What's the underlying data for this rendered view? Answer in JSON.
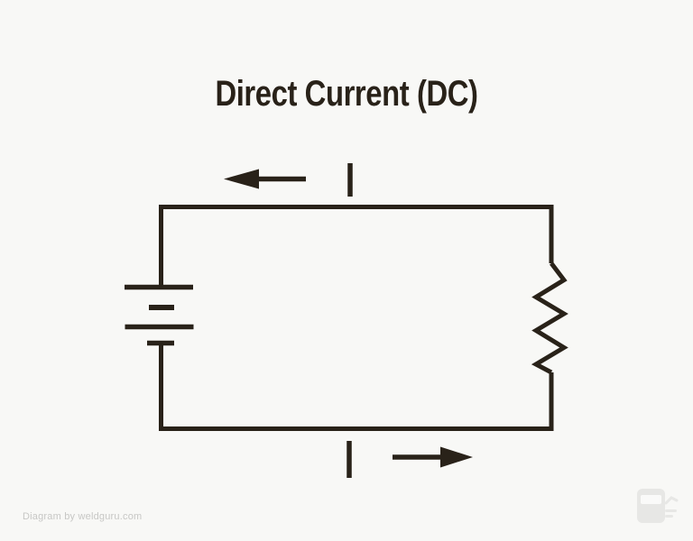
{
  "title": "Direct Current (DC)",
  "credit": "Diagram by weldguru.com",
  "colors": {
    "background": "#f8f8f6",
    "ink": "#292219",
    "watermark": "#c7c7c5",
    "logo": "#e7e7e5",
    "logo-visor": "#fafaf9"
  },
  "diagram": {
    "type": "circuit-schematic",
    "components": [
      {
        "name": "battery",
        "symbol": "two-cell-battery-plates",
        "position": "left-side"
      },
      {
        "name": "resistor",
        "symbol": "zigzag-resistor",
        "position": "right-side"
      }
    ],
    "current_flow": {
      "top_arrow_direction": "left",
      "bottom_arrow_direction": "right",
      "loop_direction": "counter-clockwise"
    }
  }
}
